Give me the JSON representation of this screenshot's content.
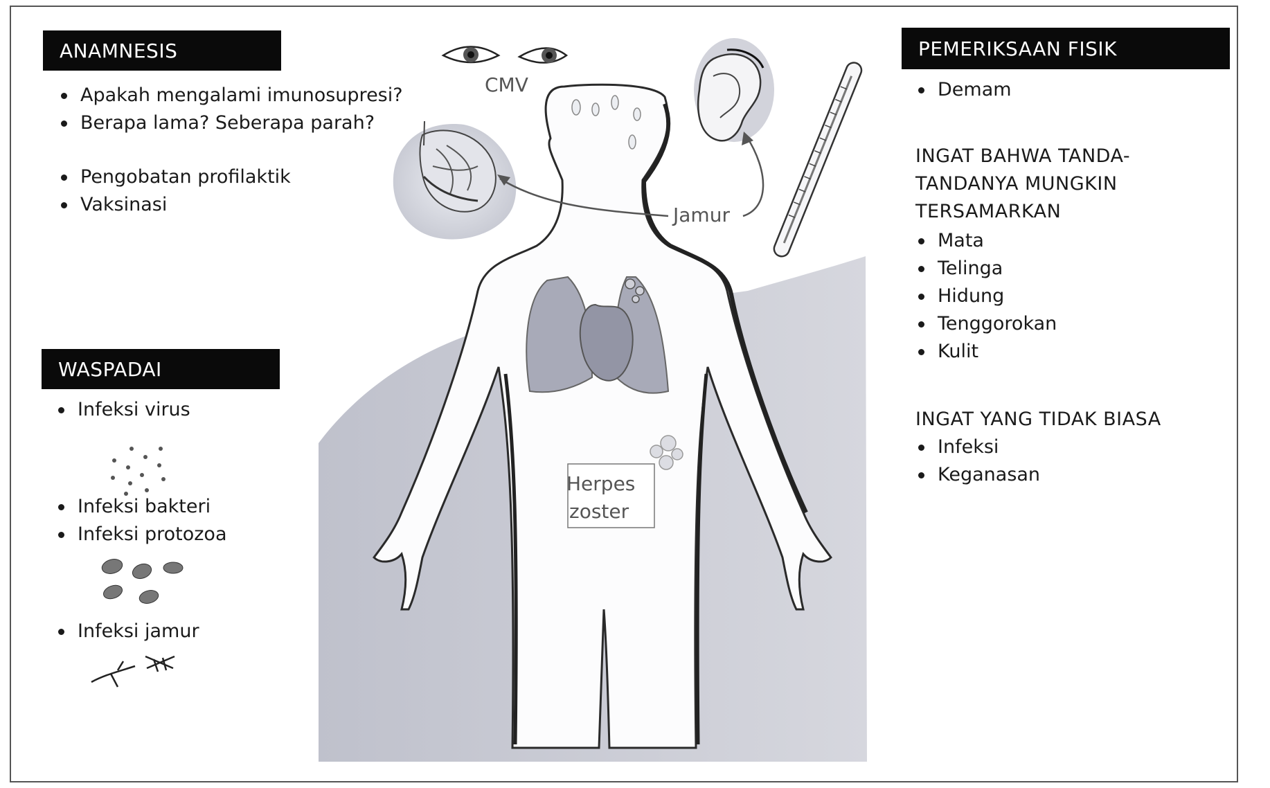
{
  "anamnesis": {
    "title": "ANAMNESIS",
    "items": [
      "Apakah mengalami imunosupresi?",
      "Berapa lama? Seberapa parah?",
      "Pengobatan profilaktik",
      "Vaksinasi"
    ]
  },
  "waspadai": {
    "title": "WASPADAI",
    "items": [
      "Infeksi virus",
      "Infeksi bakteri",
      "Infeksi protozoa",
      "Infeksi jamur"
    ]
  },
  "pemeriksaan": {
    "title": "PEMERIKSAAN FISIK",
    "items": [
      "Demam"
    ],
    "note_lines": [
      "INGAT BAHWA TANDA-",
      "TANDANYA MUNGKIN",
      "TERSAMARKAN"
    ],
    "note_items": [
      "Mata",
      "Telinga",
      "Hidung",
      "Tenggorokan",
      "Kulit"
    ],
    "unusual_title": "INGAT YANG TIDAK BIASA",
    "unusual_items": [
      "Infeksi",
      "Keganasan"
    ]
  },
  "figure": {
    "cmv_label": "CMV",
    "jamur_label": "Jamur",
    "herpes_line1": "Herpes",
    "herpes_line2": "zoster"
  },
  "colors": {
    "header_bg": "#0a0a0a",
    "shade": "#c9cad3",
    "organ": "#a3a5b4",
    "outline": "#2a2a2a"
  }
}
